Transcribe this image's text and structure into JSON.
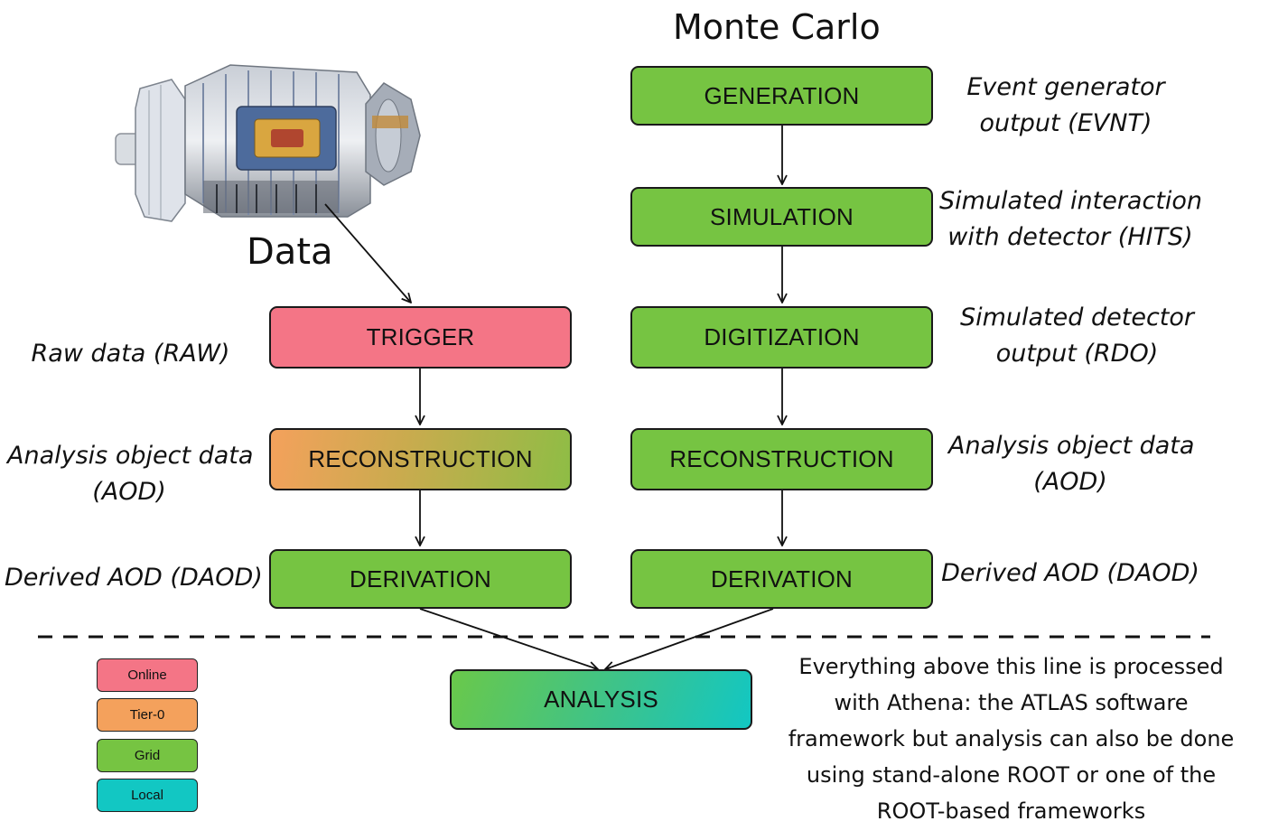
{
  "titles": {
    "monte_carlo": "Monte Carlo",
    "data": "Data"
  },
  "data_chain": {
    "trigger": "TRIGGER",
    "reconstruction": "RECONSTRUCTION",
    "derivation": "DERIVATION"
  },
  "mc_chain": {
    "generation": "GENERATION",
    "simulation": "SIMULATION",
    "digitization": "DIGITIZATION",
    "reconstruction": "RECONSTRUCTION",
    "derivation": "DERIVATION"
  },
  "analysis": "ANALYSIS",
  "left_labels": {
    "raw": "Raw data (RAW)",
    "aod_line1": "Analysis object data",
    "aod_line2": "(AOD)",
    "daod": "Derived AOD (DAOD)"
  },
  "right_labels": {
    "evnt_line1": "Event generator",
    "evnt_line2": "output (EVNT)",
    "hits_line1": "Simulated interaction",
    "hits_line2": "with detector (HITS)",
    "rdo_line1": "Simulated detector",
    "rdo_line2": "output (RDO)",
    "aod_line1": "Analysis object data",
    "aod_line2": "(AOD)",
    "daod": "Derived AOD (DAOD)"
  },
  "legend": {
    "online": "Online",
    "tier0": "Tier-0",
    "grid": "Grid",
    "local": "Local"
  },
  "note": {
    "line1": "Everything above this line is processed",
    "line2": "with Athena: the ATLAS software",
    "line3": "framework but analysis can also be done",
    "line4": "using stand-alone ROOT or one of the",
    "line5": "ROOT-based frameworks"
  },
  "colors": {
    "online": "#f47586",
    "tier0": "#f4a15c",
    "grid": "#76c442",
    "local": "#12c7c3"
  }
}
